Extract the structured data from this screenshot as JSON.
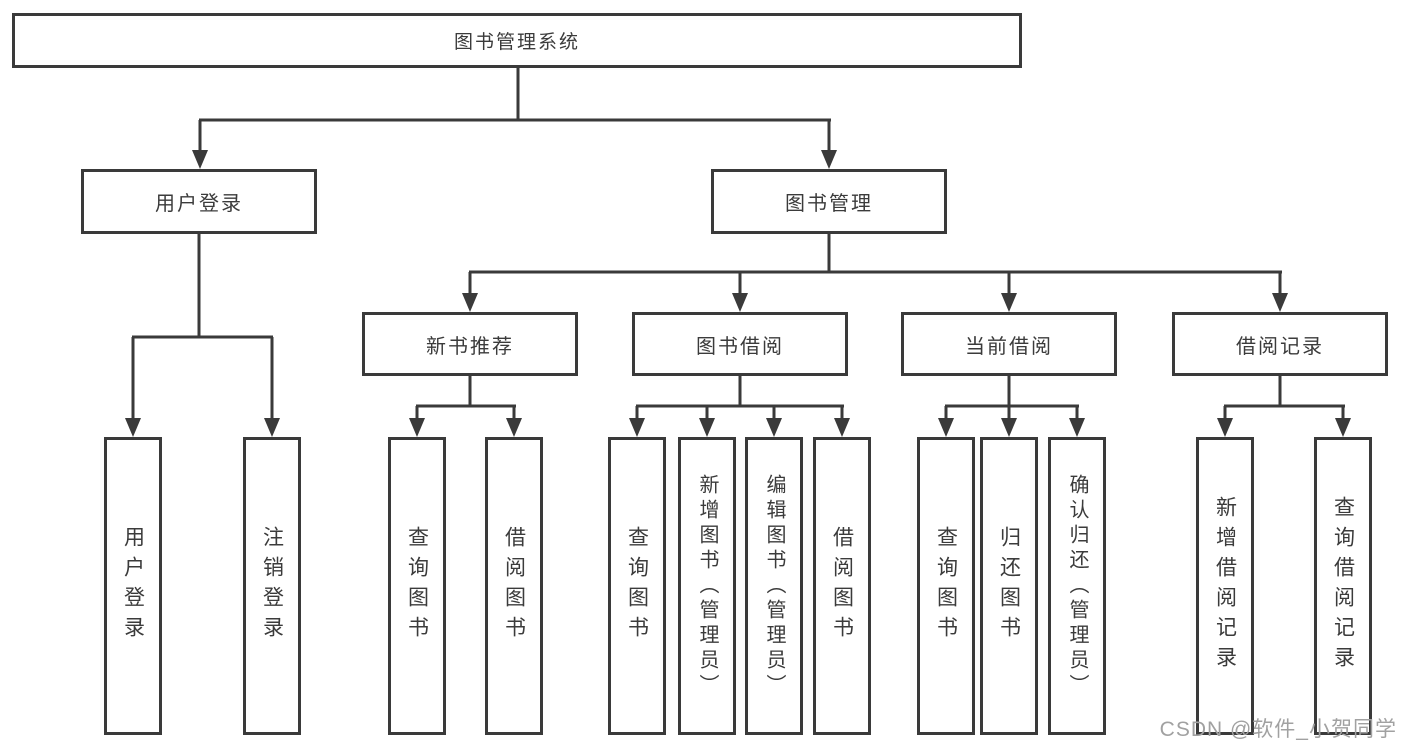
{
  "diagram_type": "hierarchy-tree",
  "tree": {
    "label": "图书管理系统",
    "children": [
      {
        "label": "用户登录",
        "children": [
          {
            "label": "用户登录"
          },
          {
            "label": "注销登录"
          }
        ]
      },
      {
        "label": "图书管理",
        "children": [
          {
            "label": "新书推荐",
            "children": [
              {
                "label": "查询图书"
              },
              {
                "label": "借阅图书"
              }
            ]
          },
          {
            "label": "图书借阅",
            "children": [
              {
                "label": "查询图书"
              },
              {
                "label": "新增图书（管理员）"
              },
              {
                "label": "编辑图书（管理员）"
              },
              {
                "label": "借阅图书"
              }
            ]
          },
          {
            "label": "当前借阅",
            "children": [
              {
                "label": "查询图书"
              },
              {
                "label": "归还图书"
              },
              {
                "label": "确认归还（管理员）"
              }
            ]
          },
          {
            "label": "借阅记录",
            "children": [
              {
                "label": "新增借阅记录"
              },
              {
                "label": "查询借阅记录"
              }
            ]
          }
        ]
      }
    ]
  },
  "watermark": "CSDN @软件_小贺同学",
  "colors": {
    "line": "#3a3a3a",
    "text": "#3b3b3b",
    "watermark": "#a1a1a1",
    "background": "#ffffff"
  }
}
